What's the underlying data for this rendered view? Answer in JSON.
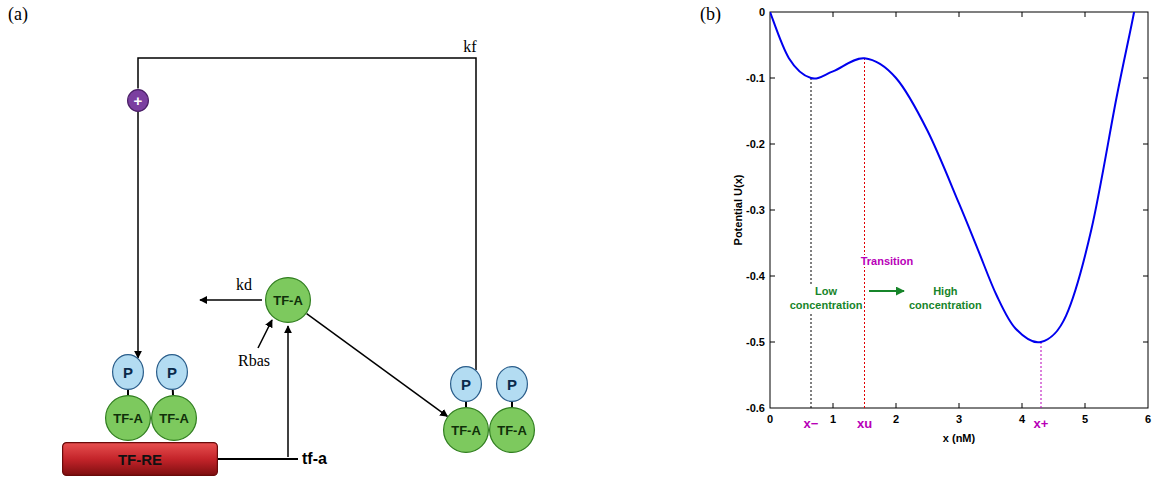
{
  "diagram": {
    "nodes": [
      {
        "text": [
          "+"
        ]
      },
      {
        "text": [
          "P"
        ]
      },
      {
        "text": [
          "P"
        ]
      },
      {
        "text": [
          "TF-A"
        ]
      },
      {
        "text": [
          "TF-A"
        ]
      },
      {
        "text": [
          "TF-RE"
        ]
      },
      {
        "text": [
          "TF-A"
        ]
      },
      {
        "text": [
          "P"
        ]
      },
      {
        "text": [
          "P"
        ]
      },
      {
        "text": [
          "TF-A"
        ]
      },
      {
        "text": [
          "TF-A"
        ]
      }
    ],
    "edges": [
      {
        "from": 7,
        "to": 0,
        "label": "kf",
        "arrow": "none"
      },
      {
        "from": 0,
        "to": 1,
        "arrow": "to"
      },
      {
        "from": 6,
        "to": 9,
        "arrow": "to"
      },
      {
        "from": 1,
        "to": 3,
        "arrow": "none"
      },
      {
        "from": 2,
        "to": 4,
        "arrow": "none"
      },
      {
        "from": 7,
        "to": 9,
        "arrow": "none"
      },
      {
        "from": 8,
        "to": 10,
        "arrow": "none"
      }
    ],
    "labels": [
      "(a)",
      "kd",
      "Rbas",
      "tf-a",
      "(b)",
      "0",
      "-0.1",
      "-0.2",
      "-0.3",
      "-0.4",
      "-0.5",
      "-0.6",
      "0",
      "1",
      "2",
      "3",
      "4",
      "5",
      "6",
      "Potential  U(x)",
      "x (nM)",
      "x−",
      "xu",
      "x+",
      "Low concentration",
      "Transition",
      "High concentration"
    ]
  }
}
